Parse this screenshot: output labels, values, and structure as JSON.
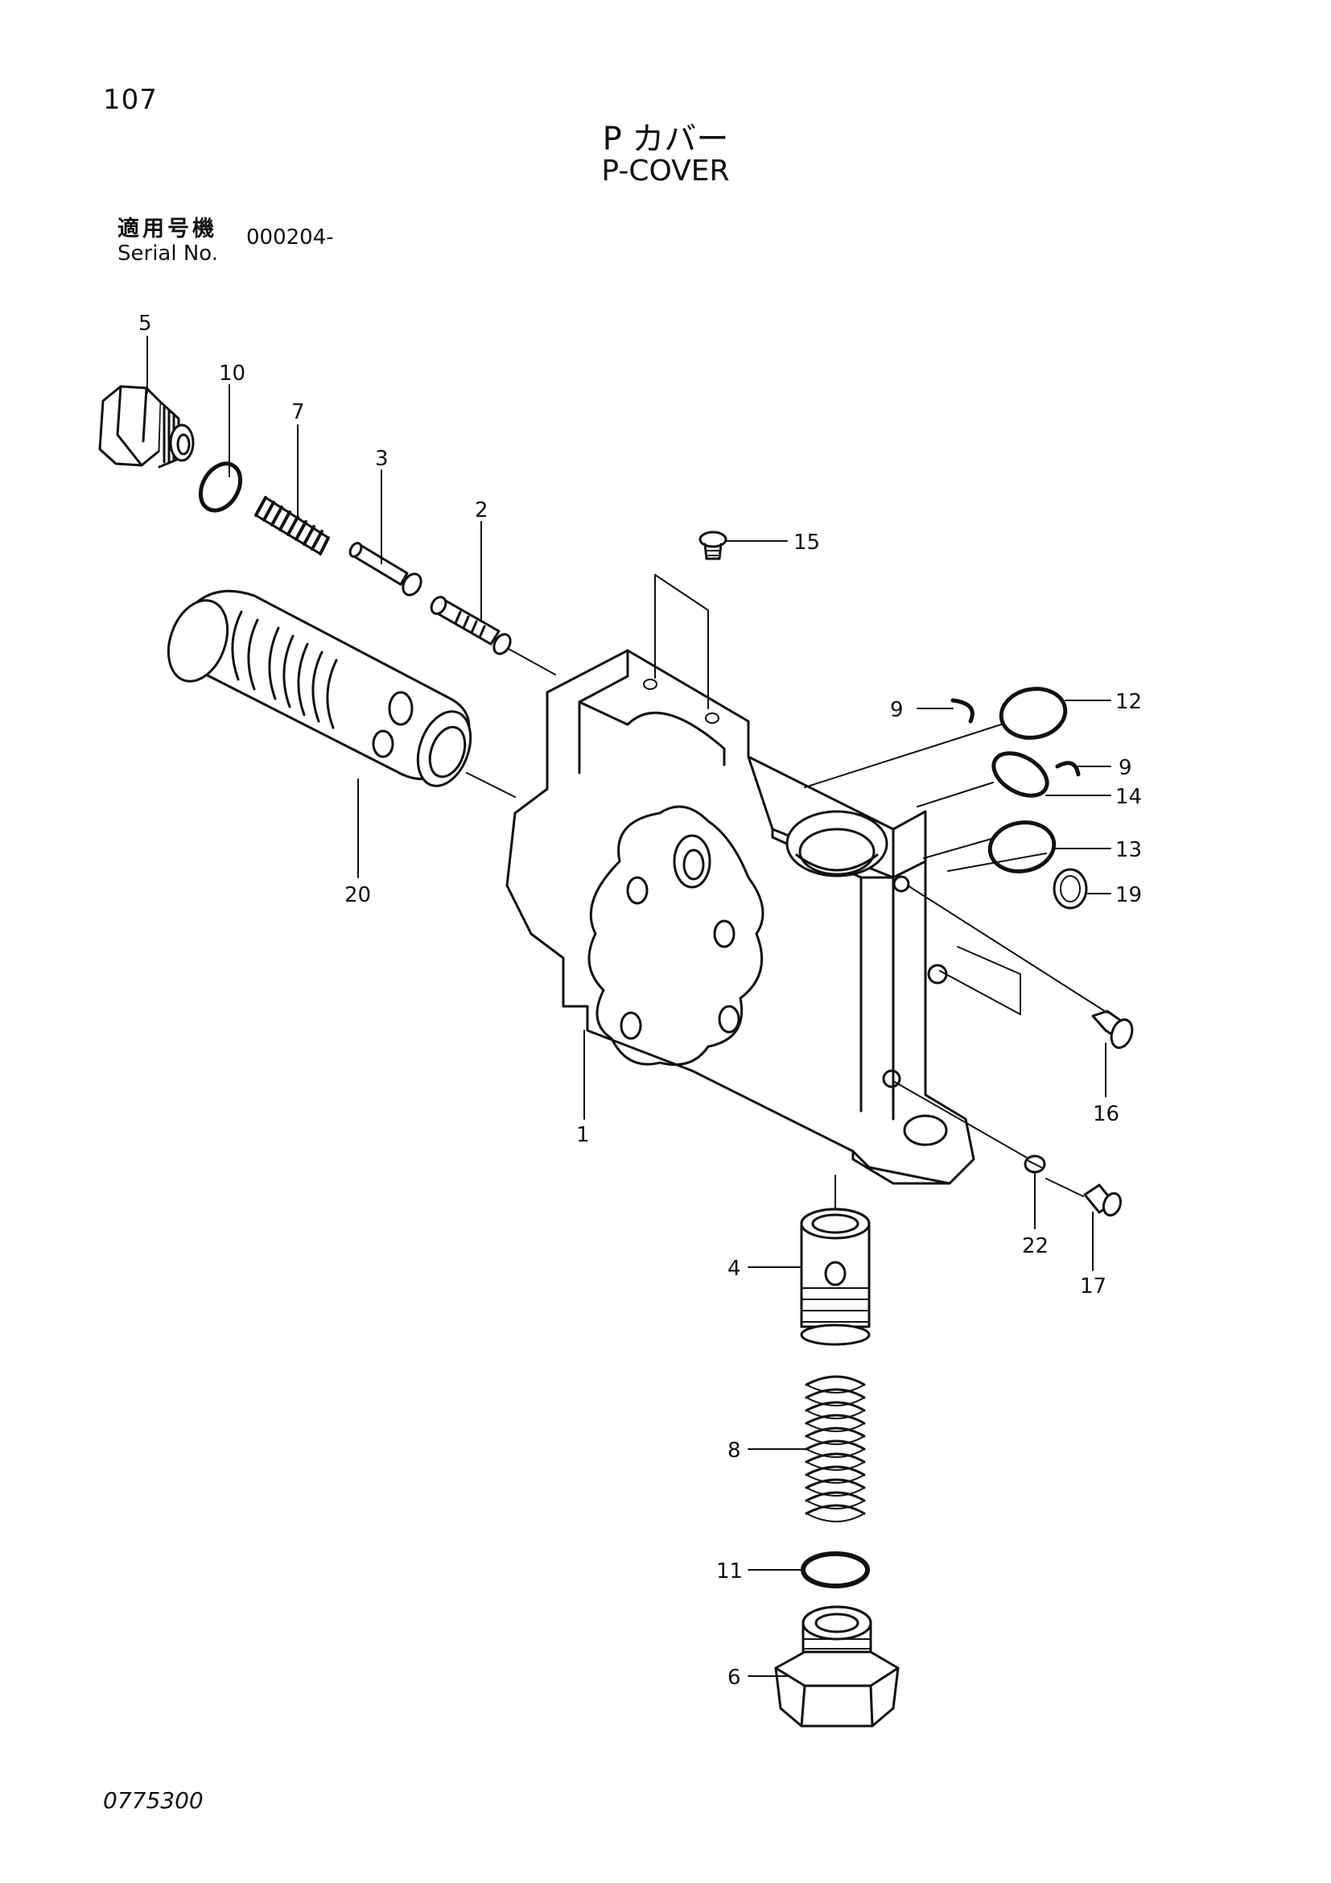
{
  "page_number": "107",
  "title_jp": "P カバー",
  "title_en": "P-COVER",
  "serial": {
    "label_jp": "適用号機",
    "label_en": "Serial No.",
    "value": "000204-"
  },
  "drawing_number": "0775300",
  "callouts": [
    "5",
    "10",
    "7",
    "3",
    "2",
    "15",
    "9",
    "12",
    "9",
    "14",
    "13",
    "19",
    "20",
    "1",
    "16",
    "22",
    "17",
    "4",
    "8",
    "11",
    "6"
  ]
}
